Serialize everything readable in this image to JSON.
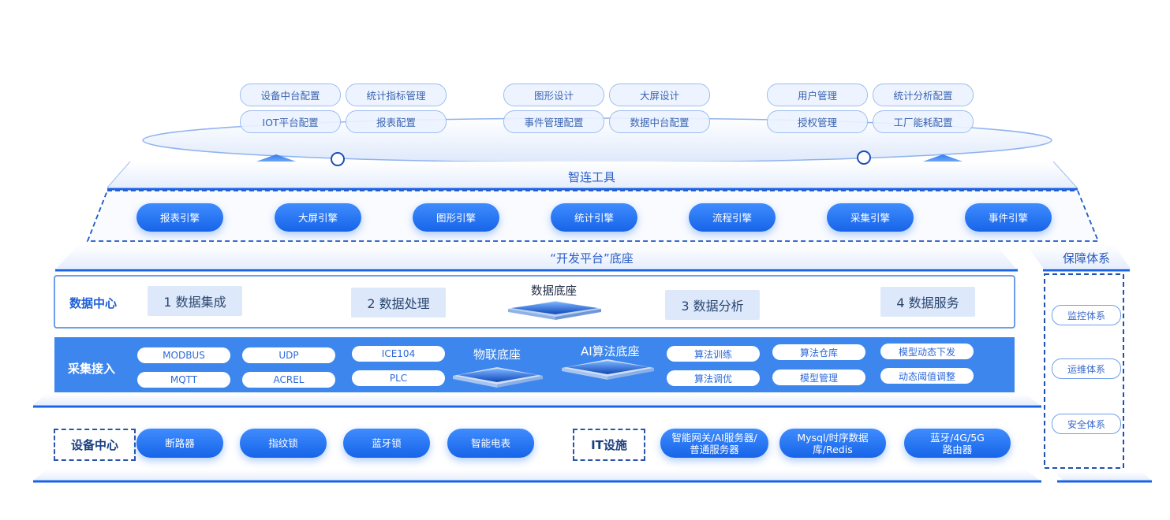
{
  "top_tools": {
    "items": [
      "设备中台配置",
      "统计指标管理",
      "IOT平台配置",
      "报表配置",
      "图形设计",
      "大屏设计",
      "事件管理配置",
      "数据中台配置",
      "用户管理",
      "统计分析配置",
      "授权管理",
      "工厂能耗配置"
    ],
    "band_label": "智连工具"
  },
  "engines": [
    "报表引擎",
    "大屏引擎",
    "图形引擎",
    "统计引擎",
    "流程引擎",
    "采集引擎",
    "事件引擎"
  ],
  "platform": {
    "label": "“开发平台”底座",
    "guarantee_label": "保障体系"
  },
  "data_center": {
    "label": "数据中心",
    "items": [
      "1 数据集成",
      "2 数据处理",
      "3 数据分析",
      "4 数据服务"
    ],
    "base_label": "数据底座"
  },
  "collection": {
    "label": "采集接入",
    "protocols": [
      "MODBUS",
      "UDP",
      "ICE104",
      "MQTT",
      "ACREL",
      "PLC"
    ],
    "iot_label": "物联底座",
    "ai_label": "AI算法底座",
    "ai_items": [
      "算法训练",
      "算法仓库",
      "模型动态下发",
      "算法调优",
      "模型管理",
      "动态阈值调整"
    ]
  },
  "device_center": {
    "label": "设备中心",
    "items": [
      "断路器",
      "指纹锁",
      "蓝牙锁",
      "智能电表"
    ],
    "it_label": "IT设施",
    "it_items": [
      "智能网关/AI服务器/普通服务器",
      "Mysql/时序数据库/Redis",
      "蓝牙/4G/5G路由器"
    ]
  },
  "guarantee": {
    "items": [
      "监控体系",
      "运维体系",
      "安全体系"
    ]
  }
}
